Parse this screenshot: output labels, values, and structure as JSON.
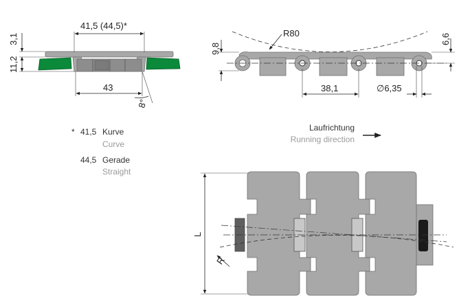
{
  "dimensions": {
    "top_width": "41,5 (44,5)*",
    "height_top": "3,1",
    "height_bottom": "11,2",
    "width_43": "43",
    "angle": "8°",
    "radius_label": "R80",
    "side_height": "9,8",
    "side_top": "6,6",
    "pitch": "38,1",
    "pin_diameter": "∅6,35",
    "length_label": "L",
    "radius_short": "R"
  },
  "notes": {
    "curve": {
      "star": "*",
      "value": "41,5",
      "de": "Kurve",
      "en": "Curve"
    },
    "straight": {
      "value": "44,5",
      "de": "Gerade",
      "en": "Straight"
    }
  },
  "direction": {
    "de": "Laufrichtung",
    "en": "Running direction"
  },
  "colors": {
    "guide_green": "#0a8a3a",
    "plate_gray": "#a7a8a7",
    "pin_black": "#1a1a1a"
  }
}
